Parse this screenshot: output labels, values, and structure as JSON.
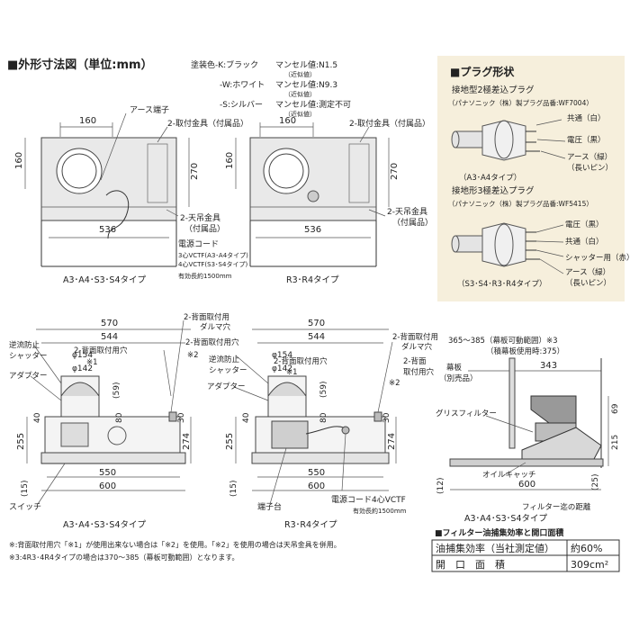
{
  "header": {
    "title": "■外形寸法図（単位:mm）"
  },
  "finish": {
    "lines": [
      {
        "label": "塗装色-K:ブラック",
        "value": "マンセル値:N1.5",
        "note": "（近似値）"
      },
      {
        "label": "-W:ホワイト",
        "value": "マンセル値:N9.3",
        "note": "（近似値）"
      },
      {
        "label": "-S:シルバー",
        "value": "マンセル値:測定不可",
        "note": "（近似値）"
      }
    ]
  },
  "top_views": {
    "left": {
      "dims": {
        "w160": "160",
        "h160": "160",
        "h270": "270",
        "w536": "536"
      },
      "labels": {
        "earth_terminal": "アース端子",
        "bracket2": "2-取付金具（付属品）",
        "hanger2": "2-天吊金具",
        "hanger2_sub": "（付属品）",
        "cord": "電源コード",
        "cord_a": "3心VCTF(A3･A4タイプ)",
        "cord_s": "4心VCTF(S3･S4タイプ)",
        "cord_len": "有効長約1500mm"
      },
      "type": "A3･A4･S3･S4タイプ"
    },
    "right": {
      "dims": {
        "w160": "160",
        "h160": "160",
        "h270": "270",
        "w536": "536"
      },
      "labels": {
        "bracket2": "2-取付金具（付属品）",
        "hanger2": "2-天吊金具",
        "hanger2_sub": "（付属品）"
      },
      "type": "R3･R4タイプ"
    }
  },
  "plug": {
    "title": "■プラグ形状",
    "plug1": {
      "name": "接地型2極差込プラグ",
      "maker": "（パナソニック（株）製プラグ品番:WF7004）",
      "labels": [
        "共通（白）",
        "電圧（黒）",
        "アース（緑）",
        "（長いピン）"
      ],
      "type": "（A3･A4タイプ）"
    },
    "plug2": {
      "name": "接地形3極差込プラグ",
      "maker": "（パナソニック（株）製プラグ品番:WF5415）",
      "labels": [
        "電圧（黒）",
        "共通（白）",
        "シャッター用（赤）",
        "アース（緑）",
        "（長いピン）"
      ],
      "type": "（S3･S4･R3･R4タイプ）"
    }
  },
  "front_views": {
    "left": {
      "dims": {
        "w570": "570",
        "w544": "544",
        "d154": "φ154",
        "d142": "φ142",
        "d59": "(59)",
        "d80": "80",
        "d40": "40",
        "h255": "255",
        "h274": "274",
        "h30": "30",
        "h15": "(15)",
        "w550": "550",
        "w600": "600"
      },
      "labels": {
        "damper": "逆流防止",
        "damper2": "シャッター",
        "adapter": "アダプター",
        "rear_hole1": "2-背面取付用",
        "rear_hole1b": "ダルマ穴",
        "rear_hole2": "2-背面取付用穴",
        "note1": "※1",
        "note2": "※2",
        "switch": "スイッチ"
      },
      "type": "A3･A4･S3･S4タイプ"
    },
    "right": {
      "dims": {
        "w570": "570",
        "w544": "544",
        "d154": "φ154",
        "d142": "φ142",
        "d59": "(59)",
        "d80": "80",
        "d40": "40",
        "h255": "255",
        "h274": "274",
        "h30": "30",
        "h15": "(15)",
        "w550": "550",
        "w600": "600"
      },
      "labels": {
        "damper": "逆流防止",
        "damper2": "シャッター",
        "adapter": "アダプター",
        "rear_hole1": "2-背面取付用",
        "rear_hole1b": "ダルマ穴",
        "rear_hole2": "2-背面",
        "rear_hole2b": "取付用穴",
        "note1": "※1",
        "note2": "※2",
        "terminal": "端子台",
        "cord": "電源コード4心VCTF",
        "cord_len": "有効長約1500mm"
      },
      "type": "R3･R4タイプ"
    }
  },
  "side_view": {
    "range": "365〜385（幕板可動範囲）※3",
    "range2": "（積幕板使用時:375）",
    "dims": {
      "w343": "343",
      "h69": "69",
      "h215": "215",
      "h12": "(12)",
      "h25": "(25)",
      "w600": "600"
    },
    "labels": {
      "curtain": "幕板",
      "curtain_sub": "（別売品）",
      "grease_filter": "グリスフィルター",
      "oil_catcher": "オイルキャッチ",
      "filter_distance": "フィルター迄の距離"
    },
    "type": "A3･A4･S3･S4タイプ"
  },
  "footnotes": [
    "※:背面取付用穴「※1」が使用出来ない場合は「※2」を使用。「※2」を使用の場合は天吊金具を併用。",
    "※3:4R3･4R4タイプの場合は370〜385（幕板可動範囲）となります。"
  ],
  "table": {
    "title": "■フィルター油捕集効率と開口面積",
    "rows": [
      {
        "label": "油捕集効率（当社測定値）",
        "value": "約60%"
      },
      {
        "label": "開　口　面　積",
        "value": "309cm²"
      }
    ]
  }
}
